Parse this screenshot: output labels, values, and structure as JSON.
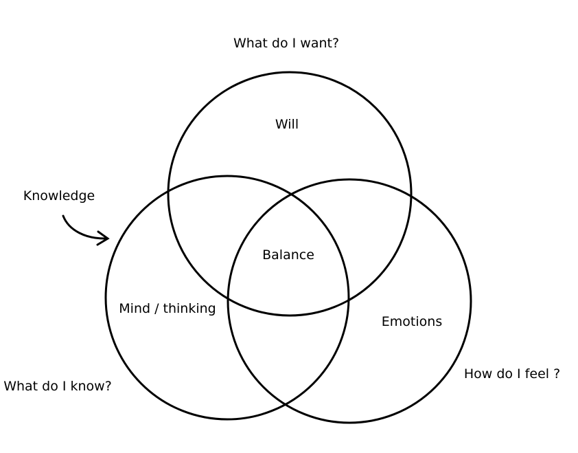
{
  "labels": {
    "want": "What do I want?",
    "will": "Will",
    "knowledge": "Knowledge",
    "balance": "Balance",
    "mind": "Mind / thinking",
    "emotions": "Emotions",
    "feel": "How do I feel ?",
    "know": "What do I know?"
  },
  "colors": {
    "stroke": "#000000",
    "background": "#ffffff"
  }
}
